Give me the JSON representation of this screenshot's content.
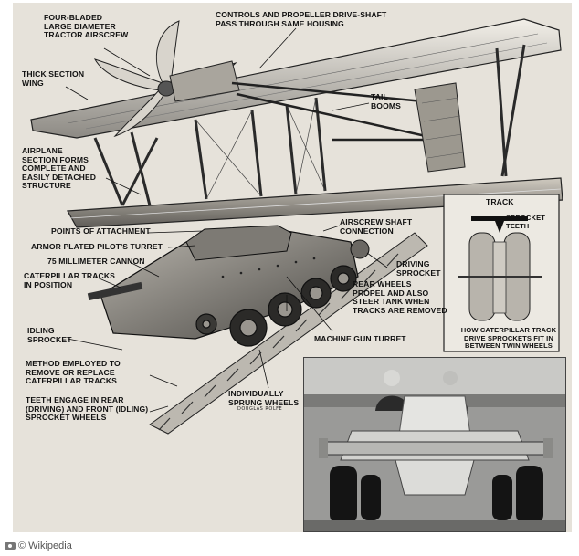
{
  "diagram": {
    "labels": {
      "tractor_airscrew": "FOUR-BLADED\nLARGE DIAMETER\nTRACTOR AIRSCREW",
      "controls": "CONTROLS AND PROPELLER DRIVE-SHAFT\nPASS THROUGH SAME HOUSING",
      "thick_wing": "THICK SECTION\nWING",
      "tail_booms": "TAIL\nBOOMS",
      "airplane_section": "AIRPLANE\nSECTION FORMS\nCOMPLETE AND\nEASILY DETACHED\nSTRUCTURE",
      "points_attachment": "POINTS OF ATTACHMENT",
      "armor_turret": "ARMOR PLATED PILOT'S TURRET",
      "cannon": "75 MILLIMETER CANNON",
      "caterpillar_tracks": "CATERPILLAR TRACKS\nIN POSITION",
      "airscrew_shaft": "AIRSCREW SHAFT\nCONNECTION",
      "driving_sprocket": "DRIVING\nSPROCKET",
      "rear_wheels": "REAR WHEELS\nPROPEL AND ALSO\nSTEER TANK WHEN\nTRACKS ARE REMOVED",
      "idling_sprocket": "IDLING\nSPROCKET",
      "machine_gun": "MACHINE GUN TURRET",
      "method": "METHOD EMPLOYED TO\nREMOVE OR REPLACE\nCATERPILLAR TRACKS",
      "teeth": "TEETH ENGAGE IN REAR\n(DRIVING) AND FRONT (IDLING)\nSPROCKET WHEELS",
      "sprung_wheels": "INDIVIDUALLY\nSPRUNG WHEELS"
    },
    "inset": {
      "track": "TRACK",
      "sprocket_teeth": "SPROCKET\nTEETH",
      "caption": "HOW CATERPILLAR TRACK\nDRIVE SPROCKETS FIT IN\nBETWEEN TWIN WHEELS"
    },
    "signature": "DOUGLAS ROLFE"
  },
  "credit": "© Wikipedia"
}
